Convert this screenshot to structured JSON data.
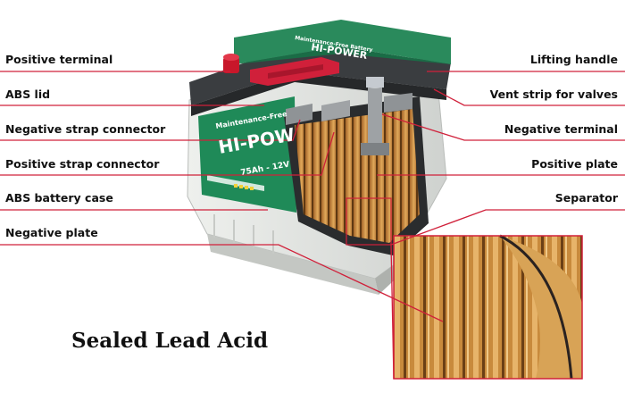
{
  "labels": {
    "positive_terminal": "Positive terminal",
    "abs_lid": "ABS lid",
    "negative_strap_connector": "Negative strap connector",
    "positive_strap_connector": "Positive strap connector",
    "abs_battery_case": "ABS battery case",
    "negative_plate": "Negative plate",
    "lifting_handle": "Lifting handle",
    "vent_strip": "Vent strip for valves",
    "negative_terminal": "Negative terminal",
    "positive_plate": "Positive plate",
    "separator": "Separator"
  },
  "battery_label": {
    "brand_top": "Maintenance-Free Battery",
    "brand": "HI-POWER",
    "front_top": "Maintenance-Free",
    "front_brand": "HI-POW",
    "rating": "75Ah - 12V"
  },
  "caption": "Sealed Lead Acid",
  "colors": {
    "leader_line": "#d0203a",
    "label_green": "#1f8a58",
    "lid_dark": "#3a3d40",
    "case": "#e4e6e3",
    "plate": "#c8893a"
  }
}
